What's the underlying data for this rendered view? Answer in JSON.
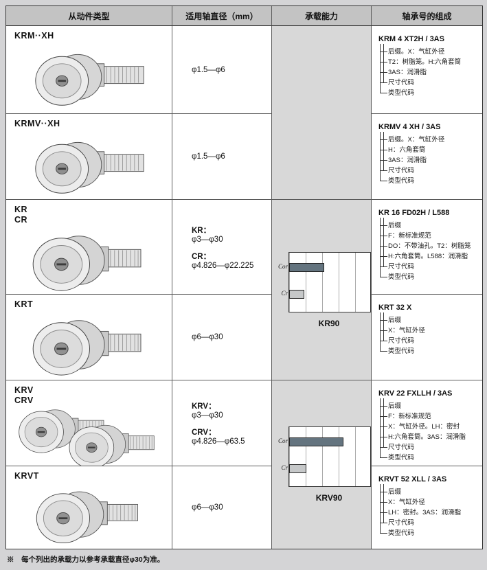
{
  "header": {
    "columns": [
      "从动件类型",
      "适用轴直径（mm）",
      "承载能力",
      "轴承号的组成"
    ]
  },
  "rows": [
    {
      "type": "KRM··XH",
      "diameter": "φ1.5—φ6",
      "code": {
        "title": "KRM 4 XT2H / 3AS",
        "labels": [
          "后缀。X：气缸外径",
          "T2：树脂笼。H:六角套筒",
          "3AS：润滑脂",
          "尺寸代码",
          "类型代码"
        ]
      }
    },
    {
      "type": "KRMV··XH",
      "diameter": "φ1.5—φ6",
      "code": {
        "title": "KRMV 4 XH / 3AS",
        "labels": [
          "后缀。X：气缸外径",
          "H：六角套筒",
          "3AS：润滑脂",
          "尺寸代码",
          "类型代码"
        ]
      }
    },
    {
      "type_lines": [
        "KR",
        "CR"
      ],
      "diameter_specs": [
        {
          "series": "KR：",
          "range": "φ3—φ30"
        },
        {
          "series": "CR：",
          "range": "φ4.826—φ22.225"
        }
      ],
      "code": {
        "title": "KR 16 FD02H / L588",
        "labels": [
          "后缀",
          "F：新标准规范",
          "DO：不带油孔。T2：树脂笼",
          "H:六角套筒。L588：润滑脂",
          "尺寸代码",
          "类型代码"
        ]
      }
    },
    {
      "type": "KRT",
      "diameter": "φ6—φ30",
      "code": {
        "title": "KRT 32 X",
        "labels": [
          "后缀",
          "X：气缸外径",
          "尺寸代码",
          "类型代码"
        ]
      }
    },
    {
      "type_lines": [
        "KRV",
        "CRV"
      ],
      "diameter_specs": [
        {
          "series": "KRV：",
          "range": "φ3—φ30"
        },
        {
          "series": "CRV：",
          "range": "φ4.826—φ63.5"
        }
      ],
      "code": {
        "title": "KRV 22 FXLLH / 3AS",
        "labels": [
          "后缀",
          "F：新标准规范",
          "X：气缸外径。LH：密封",
          "H:六角套筒。3AS：润滑脂",
          "尺寸代码",
          "类型代码"
        ]
      }
    },
    {
      "type": "KRVT",
      "diameter": "φ6—φ30",
      "code": {
        "title": "KRVT 52 XLL / 3AS",
        "labels": [
          "后缀",
          "X：气缸外径",
          "LH：密封。3AS：润滑脂",
          "尺寸代码",
          "类型代码"
        ]
      }
    }
  ],
  "chart_data": [
    {
      "type": "bar",
      "orientation": "horizontal",
      "title": "KR90",
      "categories": [
        "Cor",
        "Cr"
      ],
      "values": [
        43,
        19
      ],
      "xlim": [
        0,
        100
      ],
      "unit": "relative length, axis unlabeled",
      "grid": true,
      "legend": "none"
    },
    {
      "type": "bar",
      "orientation": "horizontal",
      "title": "KRV90",
      "categories": [
        "Cor",
        "Cr"
      ],
      "values": [
        67,
        21
      ],
      "xlim": [
        0,
        100
      ],
      "unit": "relative length, axis unlabeled",
      "grid": true,
      "legend": "none"
    }
  ],
  "colors": {
    "cor_bar": "#64747f",
    "cr_bar": "#c6c8c9",
    "header_bg": "#c3c3c3",
    "chart_cell_bg": "#d8d8d8"
  },
  "footnote": "※　每个列出的承载力以参考承载直径φ30为准。"
}
